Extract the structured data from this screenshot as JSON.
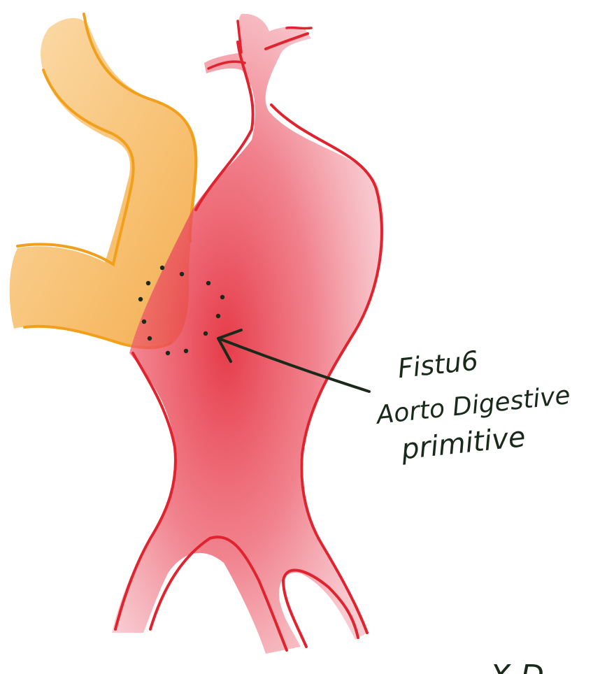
{
  "annotation": {
    "line1": "Fistu6",
    "line2": "Aorto Digestive",
    "line3": "primitive"
  },
  "corner_mark": "X D",
  "colors": {
    "aorta_outline": "#e0242f",
    "aorta_fill": "#e9495a",
    "bowel_outline": "#f2a01b",
    "bowel_fill": "#f7bd63",
    "ink": "#1a2a1a"
  }
}
